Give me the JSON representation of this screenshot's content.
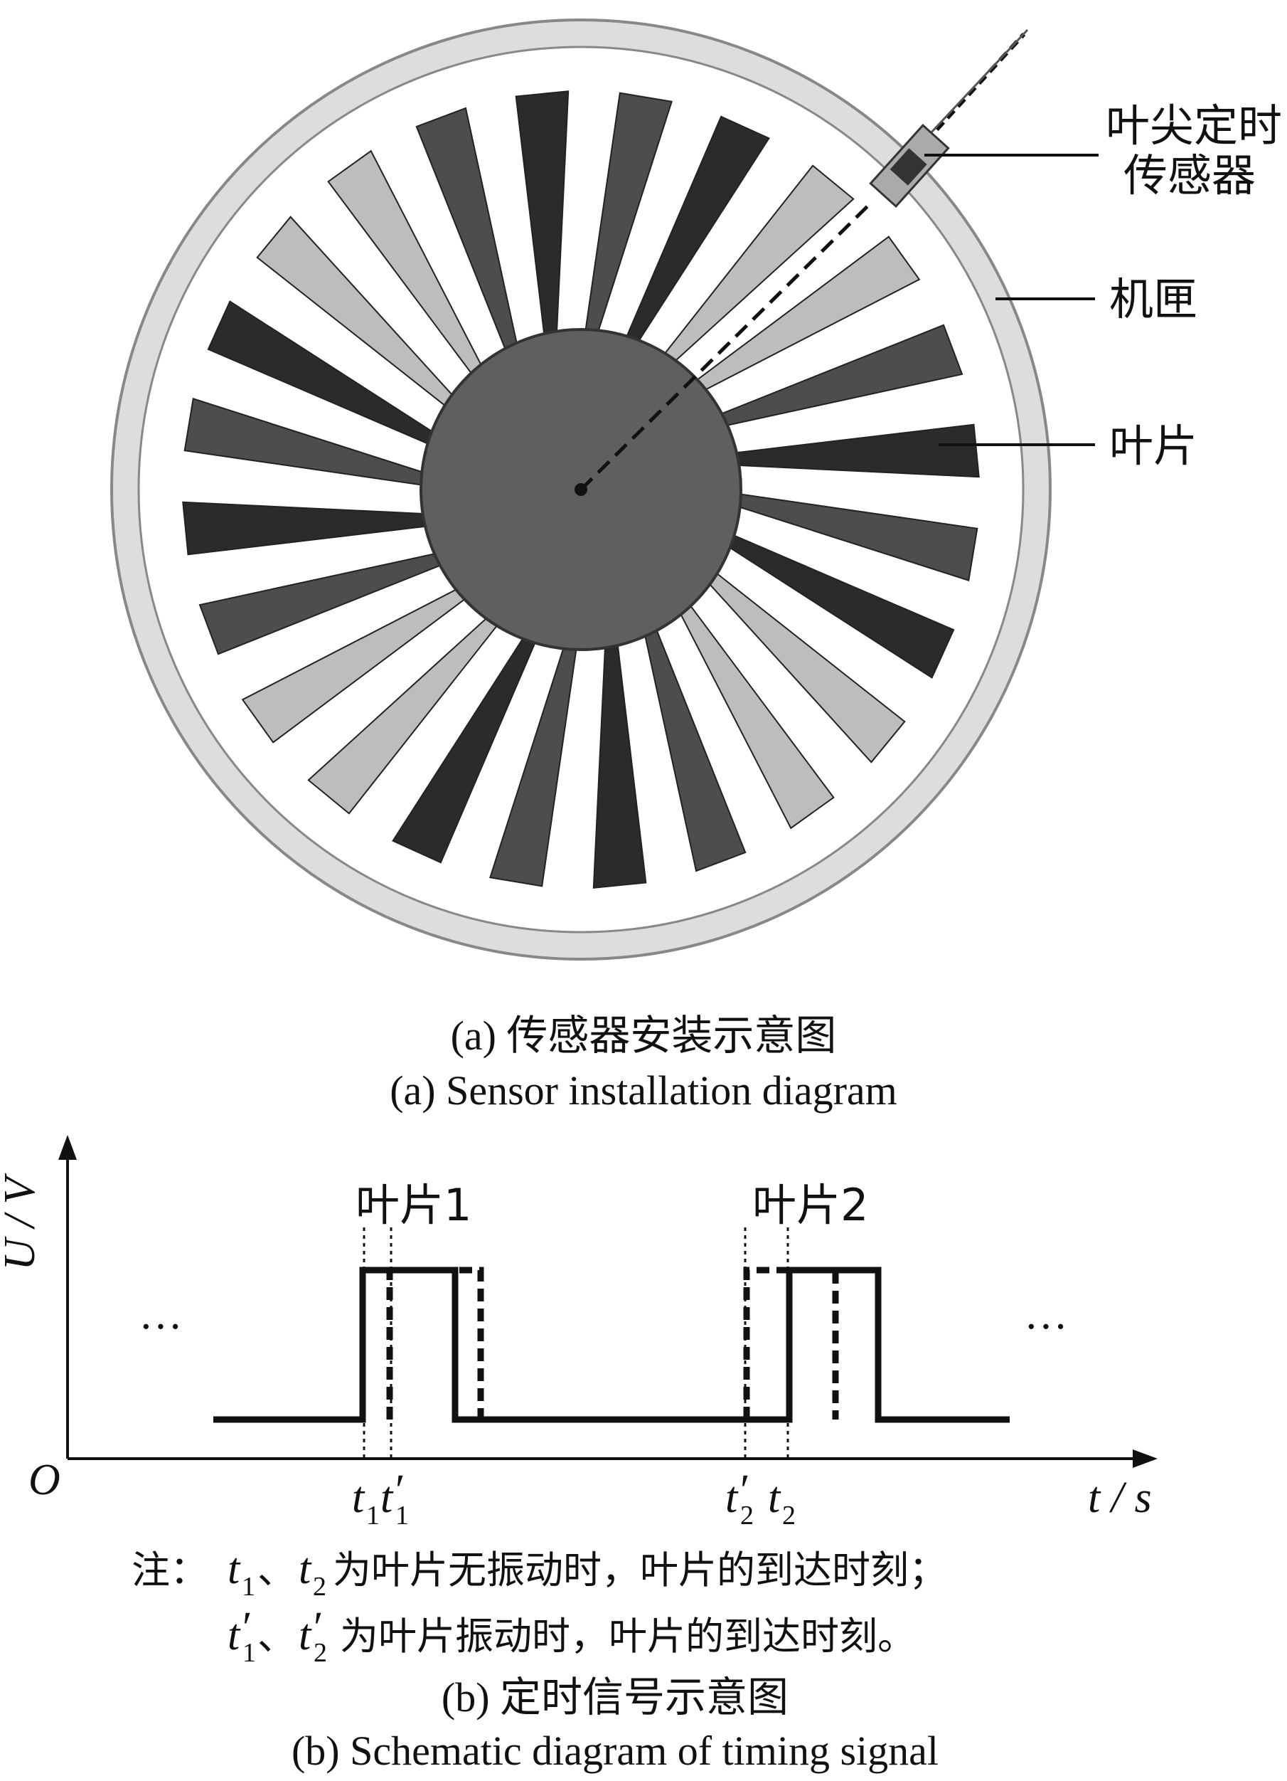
{
  "figure_a": {
    "labels": {
      "sensor_line1": "叶尖定时",
      "sensor_line2": "传感器",
      "casing": "机匣",
      "blade": "叶片"
    },
    "caption_cn": "(a) 传感器安装示意图",
    "caption_en": "(a) Sensor installation diagram"
  },
  "figure_b": {
    "y_axis_label": "U / V",
    "x_axis_label": "t / s",
    "origin": "O",
    "ellipsis": "···",
    "pulse1_label": "叶片1",
    "pulse2_label": "叶片2",
    "ticks": [
      {
        "main": "t",
        "sub": "1",
        "prime": ""
      },
      {
        "main": "t",
        "sub": "1",
        "prime": "′"
      },
      {
        "main": "t",
        "sub": "2",
        "prime": "′"
      },
      {
        "main": "t",
        "sub": "2",
        "prime": ""
      }
    ],
    "note_line1_prefix": "注：",
    "note_line1_text": "为叶片无振动时，叶片的到达时刻；",
    "note_line2_text": "为叶片振动时，叶片的到达时刻。",
    "sep": "、",
    "caption_cn": "(b) 定时信号示意图",
    "caption_en": "(b) Schematic diagram of timing signal"
  },
  "colors": {
    "hub": "#5f5f5f",
    "casing_fill": "#dddddd",
    "line": "#111111"
  }
}
